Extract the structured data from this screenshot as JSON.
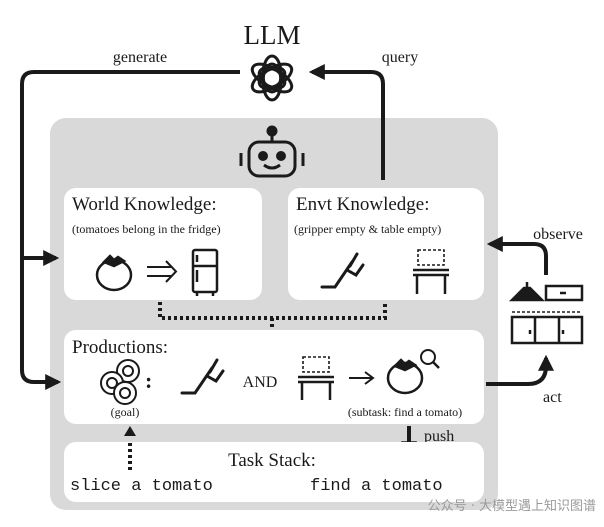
{
  "llm": {
    "title": "LLM",
    "icon": "openai-logo-icon"
  },
  "edges": {
    "generate": "generate",
    "query": "query",
    "observe": "observe",
    "act": "act",
    "push": "push"
  },
  "agent": {
    "icon": "robot-icon"
  },
  "world_knowledge": {
    "title": "World Knowledge:",
    "note": "(tomatoes belong in the fridge)",
    "icons": [
      "tomato-icon",
      "implies-arrow-icon",
      "fridge-icon"
    ]
  },
  "envt_knowledge": {
    "title": "Envt Knowledge:",
    "note": "(gripper empty & table empty)",
    "icons": [
      "gripper-icon",
      "table-icon"
    ]
  },
  "productions": {
    "title": "Productions:",
    "goal_label": "(goal)",
    "colon": ":",
    "and_label": "AND",
    "subtask_label": "(subtask: find a tomato)",
    "icons": [
      "sliced-tomato-icon",
      "gripper-icon",
      "table-icon",
      "right-arrow-icon",
      "tomato-search-icon"
    ]
  },
  "task_stack": {
    "title": "Task Stack:",
    "items": [
      "slice a tomato",
      "find a tomato"
    ]
  },
  "environment": {
    "icon": "kitchen-scene-icon"
  },
  "watermark": "公众号 · 大模型遇上知识图谱",
  "colors": {
    "panel": "#d9d9d9",
    "card": "#ffffff",
    "stroke": "#1a1a1a",
    "tomato": "#ffffff"
  }
}
